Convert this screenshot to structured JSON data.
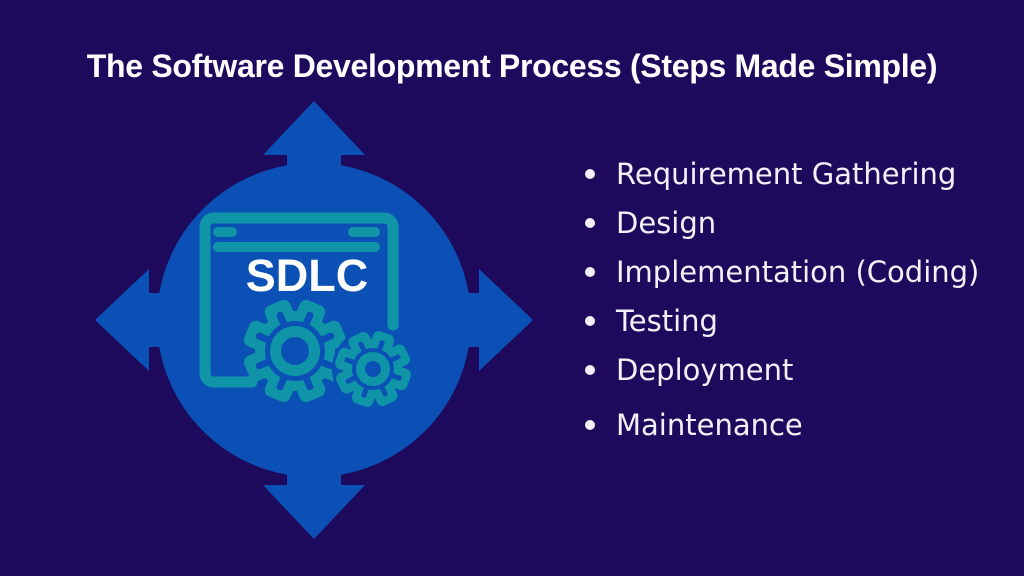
{
  "title": "The Software Development Process (Steps Made Simple)",
  "graphic": {
    "label": "SDLC",
    "description": "circle with four outward arrows containing a browser window and gears"
  },
  "steps": [
    "Requirement Gathering",
    "Design",
    "Implementation (Coding)",
    "Testing",
    "Deployment",
    "Maintenance"
  ],
  "colors": {
    "background": "#1e0a5c",
    "shape_blue": "#0b51b5",
    "icon_teal": "#1094a8",
    "text_white": "#f2f1f7"
  }
}
